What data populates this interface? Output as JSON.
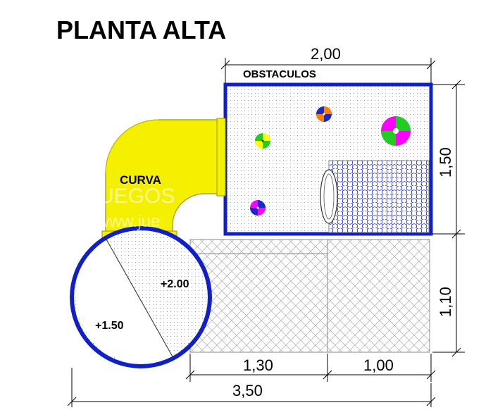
{
  "title": "PLANTA ALTA",
  "labels": {
    "obstacles": "OBSTACULOS",
    "curve": "CURVA",
    "level_high": "+2.00",
    "level_low": "+1.50"
  },
  "dimensions": {
    "top_width": "2,00",
    "right_top_height": "1,50",
    "right_bottom_height": "1,10",
    "bottom_left": "1,30",
    "bottom_right": "1,00",
    "total_width": "3,50"
  },
  "watermark": {
    "line1": "JUEGOS",
    "line2": "www.jue"
  },
  "colors": {
    "outline_blue": "#1020c8",
    "slide_yellow": "#f5f000",
    "slide_edge": "#9a9400",
    "grid_line": "#999999",
    "mesh_blue": "#1a2cc8"
  },
  "obstacle_icons": [
    {
      "name": "obstacle-ball-orange-blue",
      "colors": [
        "#ff7f00",
        "#1a2cc8"
      ]
    },
    {
      "name": "obstacle-ball-magenta-green",
      "colors": [
        "#ff00ff",
        "#22cc22"
      ]
    },
    {
      "name": "obstacle-ball-green-yellow",
      "colors": [
        "#22cc22",
        "#ffff00"
      ]
    },
    {
      "name": "obstacle-ball-blue-magenta",
      "colors": [
        "#1a2cc8",
        "#ff00ff"
      ]
    }
  ]
}
